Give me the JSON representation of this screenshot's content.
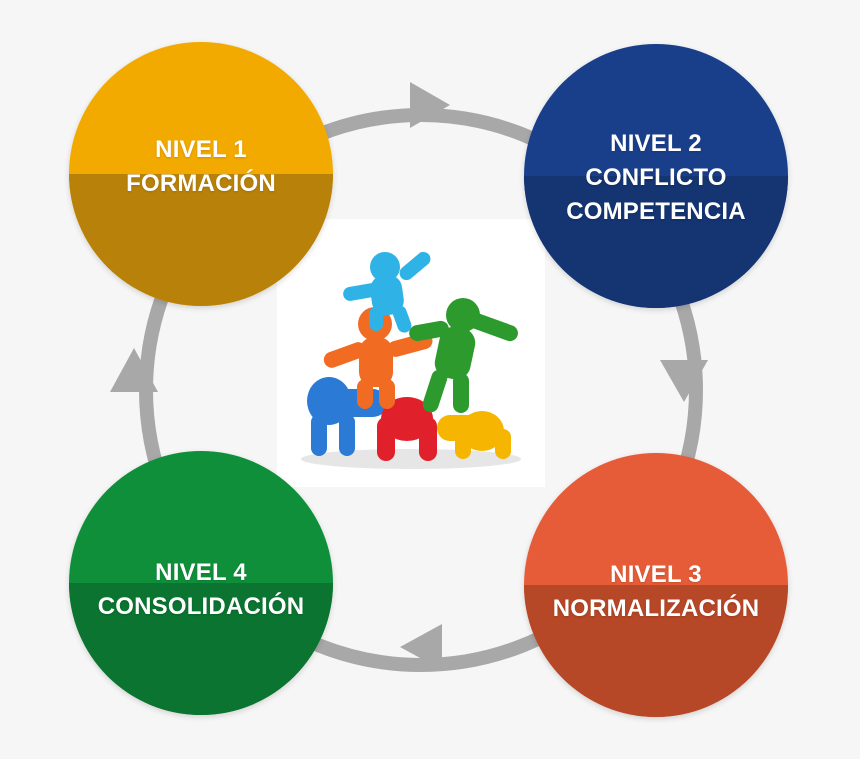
{
  "colors": {
    "background": "#f6f6f6",
    "ring": "#a8a8a8",
    "nivel_1": "#f2a900",
    "nivel_1_shade": "#b8820a",
    "nivel_2": "#1a3f8a",
    "nivel_2_shade": "#143472",
    "nivel_3": "#e65c38",
    "nivel_3_shade": "#b64727",
    "nivel_4": "#0f8f3a",
    "nivel_4_shade": "#0b7430"
  },
  "nodes": [
    {
      "line1": "NIVEL 1",
      "line2": "FORMACIÓN",
      "line3": ""
    },
    {
      "line1": "NIVEL 2",
      "line2": "CONFLICTO",
      "line3": "COMPETENCIA"
    },
    {
      "line1": "NIVEL 3",
      "line2": "NORMALIZACIÓN",
      "line3": ""
    },
    {
      "line1": "NIVEL 4",
      "line2": "CONSOLIDACIÓN",
      "line3": ""
    }
  ],
  "icons": {
    "arrows": [
      "arrow-right-icon",
      "arrow-down-icon",
      "arrow-left-icon",
      "arrow-up-icon"
    ],
    "center": "teamwork-figures-icon"
  }
}
